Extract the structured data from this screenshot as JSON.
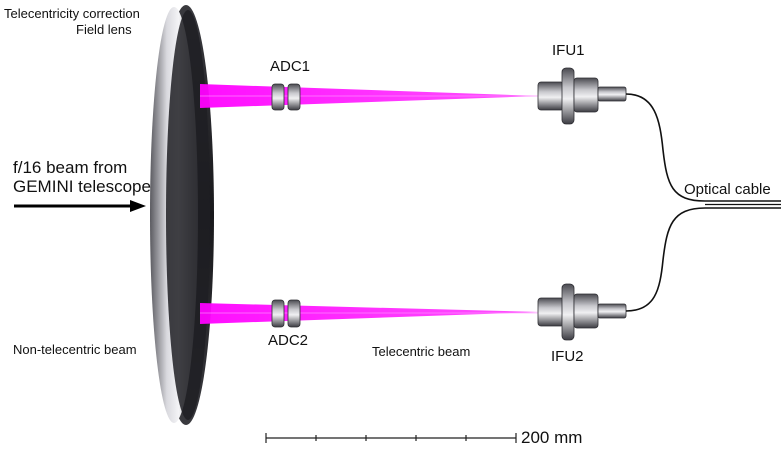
{
  "labels": {
    "field_lens_line1": "Telecentricity correction",
    "field_lens_line2": "Field lens",
    "beam_source_line1": "f/16 beam from",
    "beam_source_line2": "GEMINI telescope",
    "non_telecentric": "Non-telecentric beam",
    "telecentric": "Telecentric beam",
    "adc1": "ADC1",
    "adc2": "ADC2",
    "ifu1": "IFU1",
    "ifu2": "IFU2",
    "optical_cable": "Optical cable",
    "scale_bar": "200 mm"
  },
  "colors": {
    "beam": "#ff1bff",
    "lens_dark": "#2c2c30",
    "cable": "#111111"
  }
}
